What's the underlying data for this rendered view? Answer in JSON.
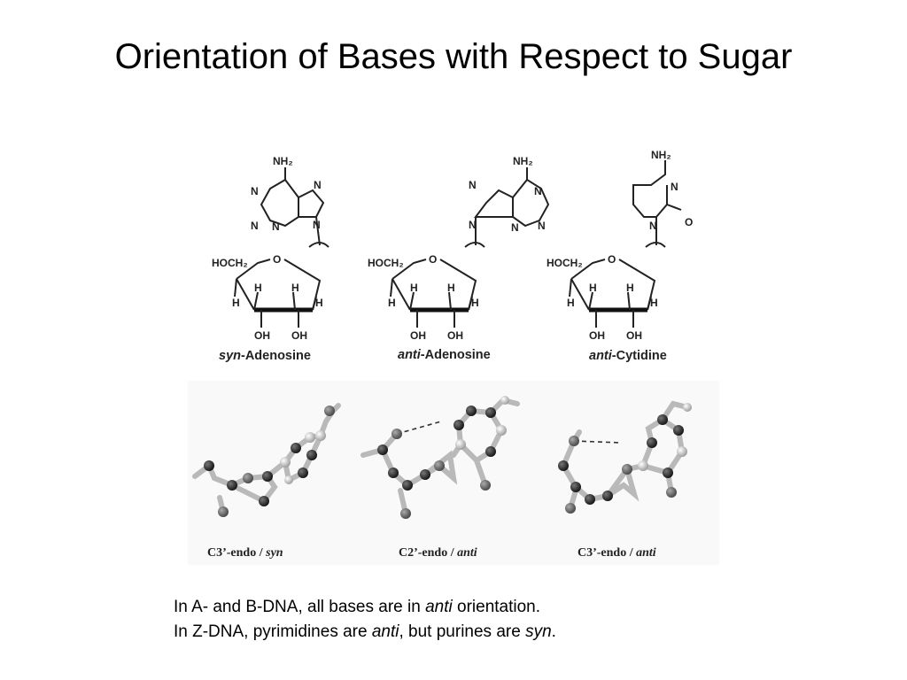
{
  "title": "Orientation of Bases with Respect to Sugar",
  "atoms": {
    "nh2": "NH₂",
    "n": "N",
    "o": "O",
    "h": "H",
    "oh": "OH",
    "hoch2": "HOCH₂"
  },
  "structures": [
    {
      "prefix": "syn",
      "name": "-Adenosine"
    },
    {
      "prefix": "anti",
      "name": "-Adenosine"
    },
    {
      "prefix": "anti",
      "name": "-Cytidine"
    }
  ],
  "conformers": [
    {
      "pucker": "C3’-endo / ",
      "orientation": "syn"
    },
    {
      "pucker": "C2’-endo / ",
      "orientation": "anti"
    },
    {
      "pucker": "C3’-endo / ",
      "orientation": "anti"
    }
  ],
  "notes": [
    {
      "before": "In A- and B-DNA, all bases are in ",
      "emph": "anti",
      "after": " orientation."
    },
    {
      "before": "In Z-DNA, pyrimidines are ",
      "emph": "anti",
      "middle": ", but purines are ",
      "emph2": "syn",
      "after": "."
    }
  ]
}
